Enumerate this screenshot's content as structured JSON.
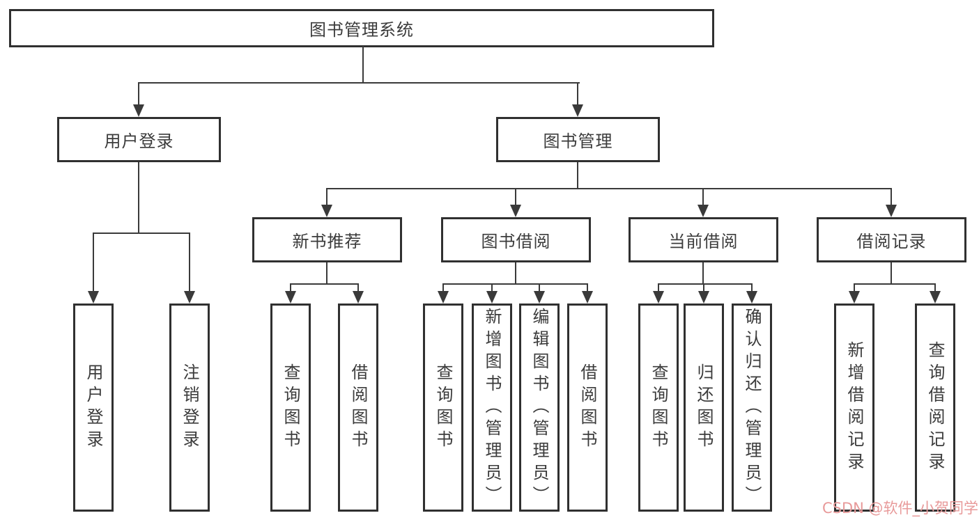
{
  "diagram": {
    "title_box": "图书管理系统",
    "branches": [
      {
        "label": "用户登录",
        "children": [
          {
            "label": "用户登录"
          },
          {
            "label": "注销登录"
          }
        ]
      },
      {
        "label": "图书管理",
        "children": [
          {
            "label": "新书推荐",
            "children": [
              {
                "label": "查询图书"
              },
              {
                "label": "借阅图书"
              }
            ]
          },
          {
            "label": "图书借阅",
            "children": [
              {
                "label": "查询图书"
              },
              {
                "label": "新增图书（管理员）"
              },
              {
                "label": "编辑图书（管理员）"
              },
              {
                "label": "借阅图书"
              }
            ]
          },
          {
            "label": "当前借阅",
            "children": [
              {
                "label": "查询图书"
              },
              {
                "label": "归还图书"
              },
              {
                "label": "确认归还（管理员）"
              }
            ]
          },
          {
            "label": "借阅记录",
            "children": [
              {
                "label": "新增借阅记录"
              },
              {
                "label": "查询借阅记录"
              }
            ]
          }
        ]
      }
    ],
    "watermark": "CSDN @软件_小贺同学",
    "colors": {
      "line": "#3a3a3a",
      "border": "#303030",
      "text": "#3b3b3b",
      "watermark": "#e89a9a",
      "background": "#ffffff"
    }
  }
}
